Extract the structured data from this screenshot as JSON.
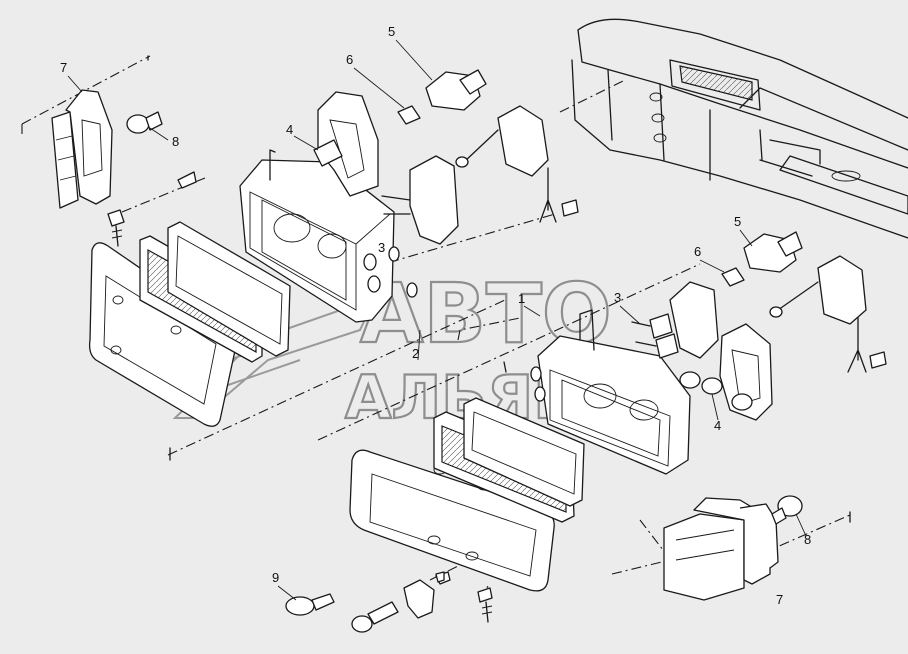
{
  "labels": {
    "l1": "1",
    "l2": "2",
    "l3a": "3",
    "l3b": "3",
    "l4a": "4",
    "l4b": "4",
    "l5a": "5",
    "l5b": "5",
    "l6a": "6",
    "l6b": "6",
    "l7a": "7",
    "l7b": "7",
    "l8a": "8",
    "l8b": "8",
    "l9": "9"
  },
  "watermark": {
    "line1": "АВТО",
    "line2": "АЛЬЯНС"
  }
}
